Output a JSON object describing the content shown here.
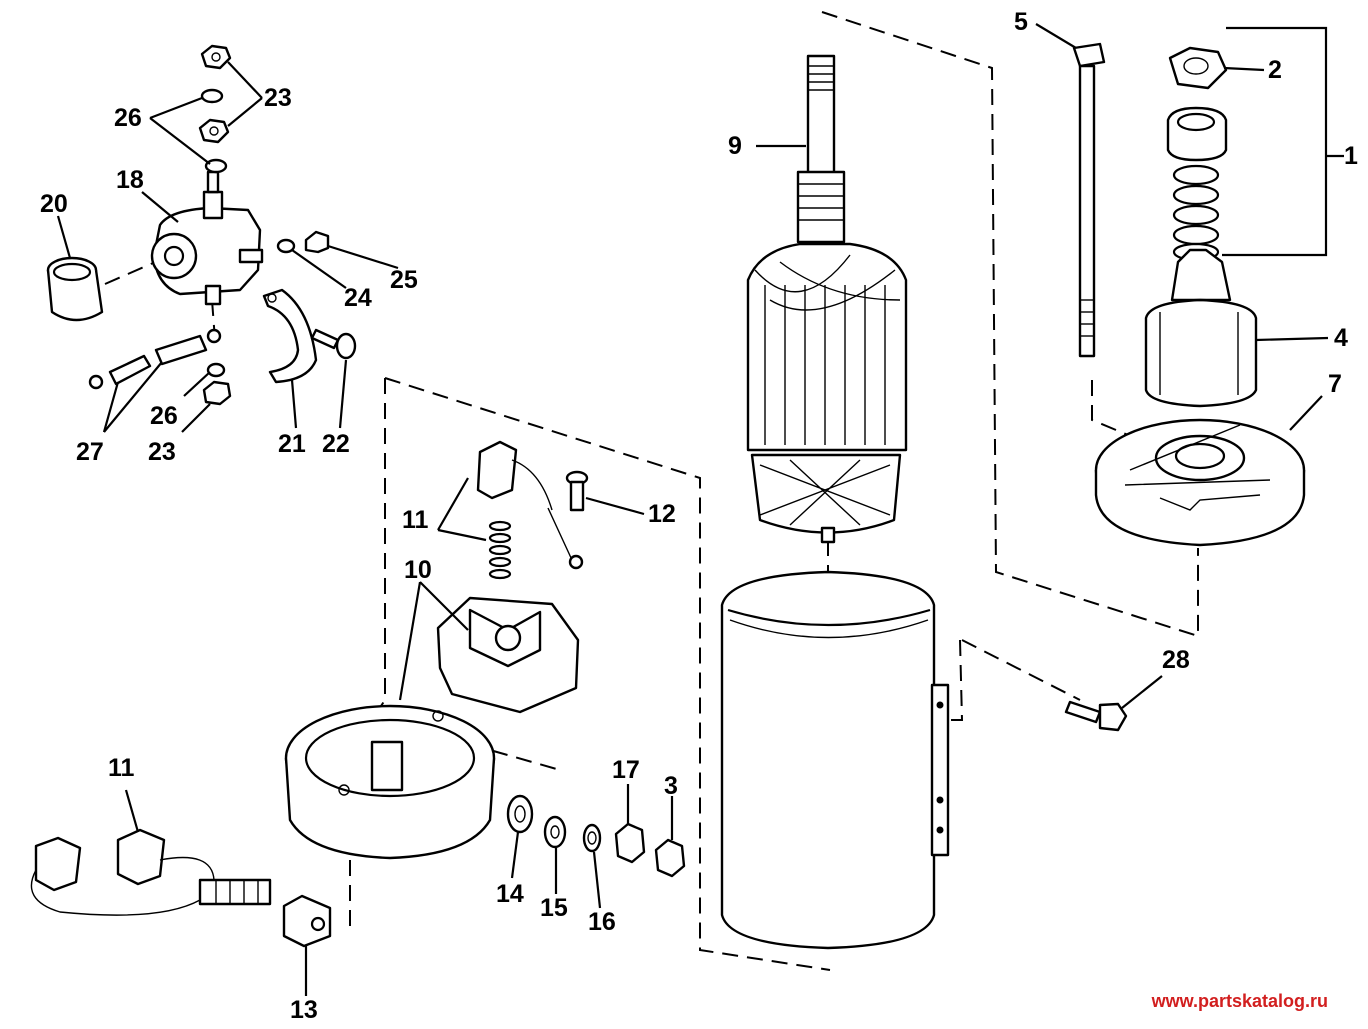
{
  "diagram": {
    "callouts": {
      "c1": "1",
      "c2": "2",
      "c3": "3",
      "c4": "4",
      "c5": "5",
      "c7": "7",
      "c9": "9",
      "c10": "10",
      "c11a": "11",
      "c11b": "11",
      "c12": "12",
      "c13": "13",
      "c14": "14",
      "c15": "15",
      "c16": "16",
      "c17": "17",
      "c18": "18",
      "c20": "20",
      "c21": "21",
      "c22": "22",
      "c23a": "23",
      "c23b": "23",
      "c24": "24",
      "c25": "25",
      "c26a": "26",
      "c26b": "26",
      "c27": "27",
      "c28": "28"
    }
  },
  "watermark": "www.partskatalog.ru"
}
